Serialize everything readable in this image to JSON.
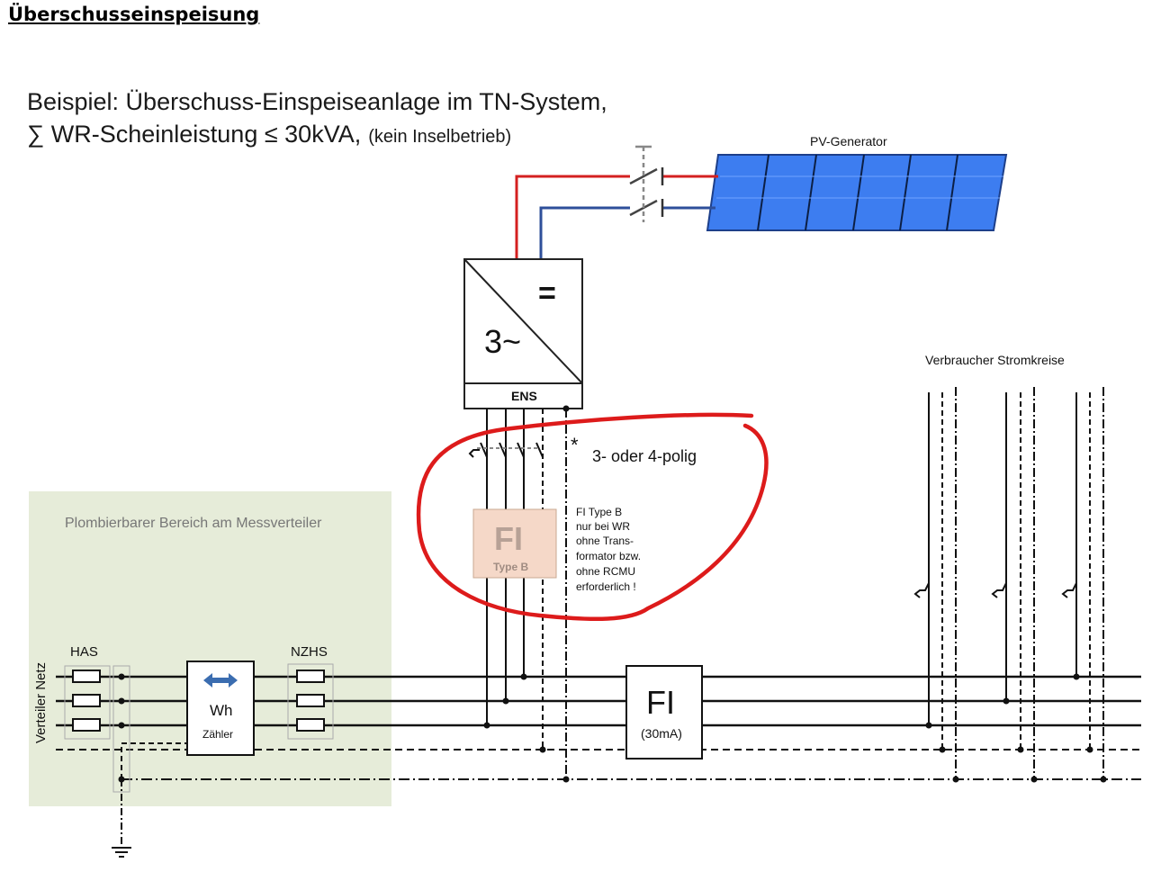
{
  "page": {
    "title": "Überschusseinspeisung"
  },
  "diagram": {
    "example_line1": "Beispiel: Überschuss-Einspeiseanlage im TN-System,",
    "example_line2_main": "∑ WR-Scheinleistung ≤ 30kVA,",
    "example_line2_note": "(kein Inselbetrieb)",
    "pv_generator_label": "PV-Generator",
    "inverter_dc_symbol": "=",
    "inverter_ac_symbol": "3~",
    "ens_label": "ENS",
    "poles_note_star": "*",
    "poles_note": "3- oder 4-polig",
    "fi_b_label": "FI",
    "fi_b_type": "Type B",
    "fi_note_lines": [
      "FI Type B",
      "nur bei WR",
      "ohne Trans-",
      "formator bzw.",
      "ohne RCMU",
      "erforderlich !"
    ],
    "meter_area_label": "Plombierbarer Bereich am Messverteiler",
    "has_label": "HAS",
    "nzhs_label": "NZHS",
    "grid_label": "Verteiler Netz",
    "meter_unit": "Wh",
    "meter_label": "Zähler",
    "fi_main_label": "FI",
    "fi_main_rating": "(30mA)",
    "consumer_label": "Verbraucher Stromkreise",
    "colors": {
      "dc_positive": "#d42020",
      "dc_negative": "#2e4f9a",
      "pv_panel": "#3d7df0",
      "meter_area": "#e6ecd9",
      "fi_b_box": "#f5d8c8",
      "highlight_circle": "#dd1b1b",
      "meter_arrow": "#3b6db0"
    }
  }
}
